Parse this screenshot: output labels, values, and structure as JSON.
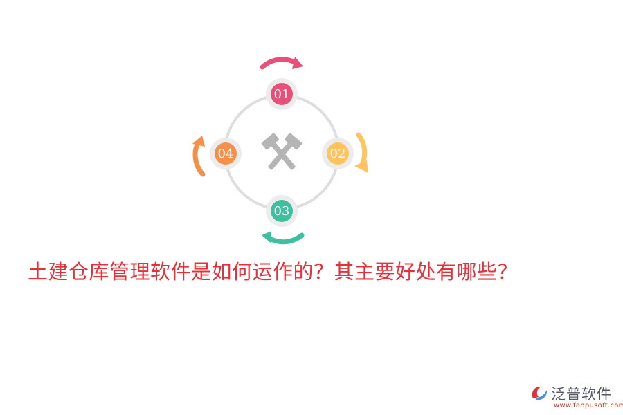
{
  "diagram": {
    "nodes": [
      {
        "label": "01",
        "color": "#e8507a"
      },
      {
        "label": "02",
        "color": "#ffc45e"
      },
      {
        "label": "03",
        "color": "#3ec0a0"
      },
      {
        "label": "04",
        "color": "#f5904b"
      }
    ],
    "center_icon": "crossed-hammers-icon",
    "ring_color": "#dedede"
  },
  "headline": "土建仓库管理软件是如何运作的？其主要好处有哪些？",
  "brand": {
    "name": "泛普软件",
    "url": "www.fanpusoft.com",
    "accent_color": "#e8303a"
  }
}
